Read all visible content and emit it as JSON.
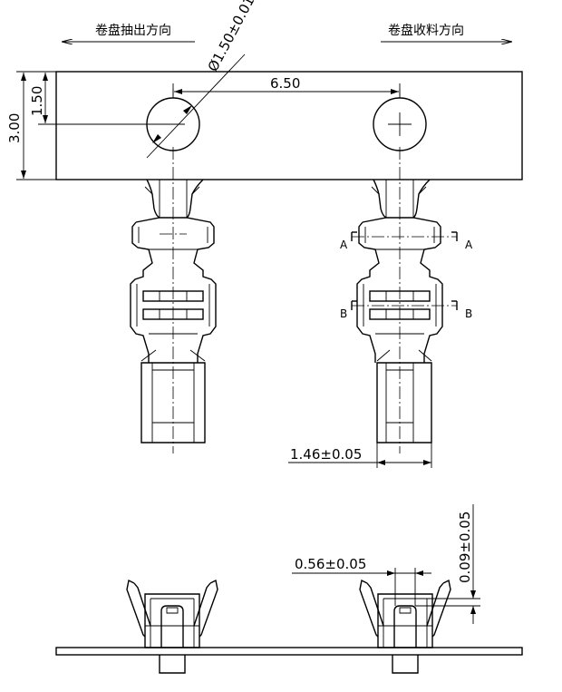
{
  "direction_left": "卷盘抽出方向",
  "direction_right": "卷盘收料方向",
  "dim_hole_diameter": "Ø1.50±0.01",
  "dim_pitch": "6.50",
  "dim_height": "3.00",
  "dim_hole_offset": "1.50",
  "dim_width": "1.46±0.05",
  "dim_thickness": "0.56±0.05",
  "dim_gap": "0.09±0.05",
  "section_a": "A",
  "section_b": "B"
}
